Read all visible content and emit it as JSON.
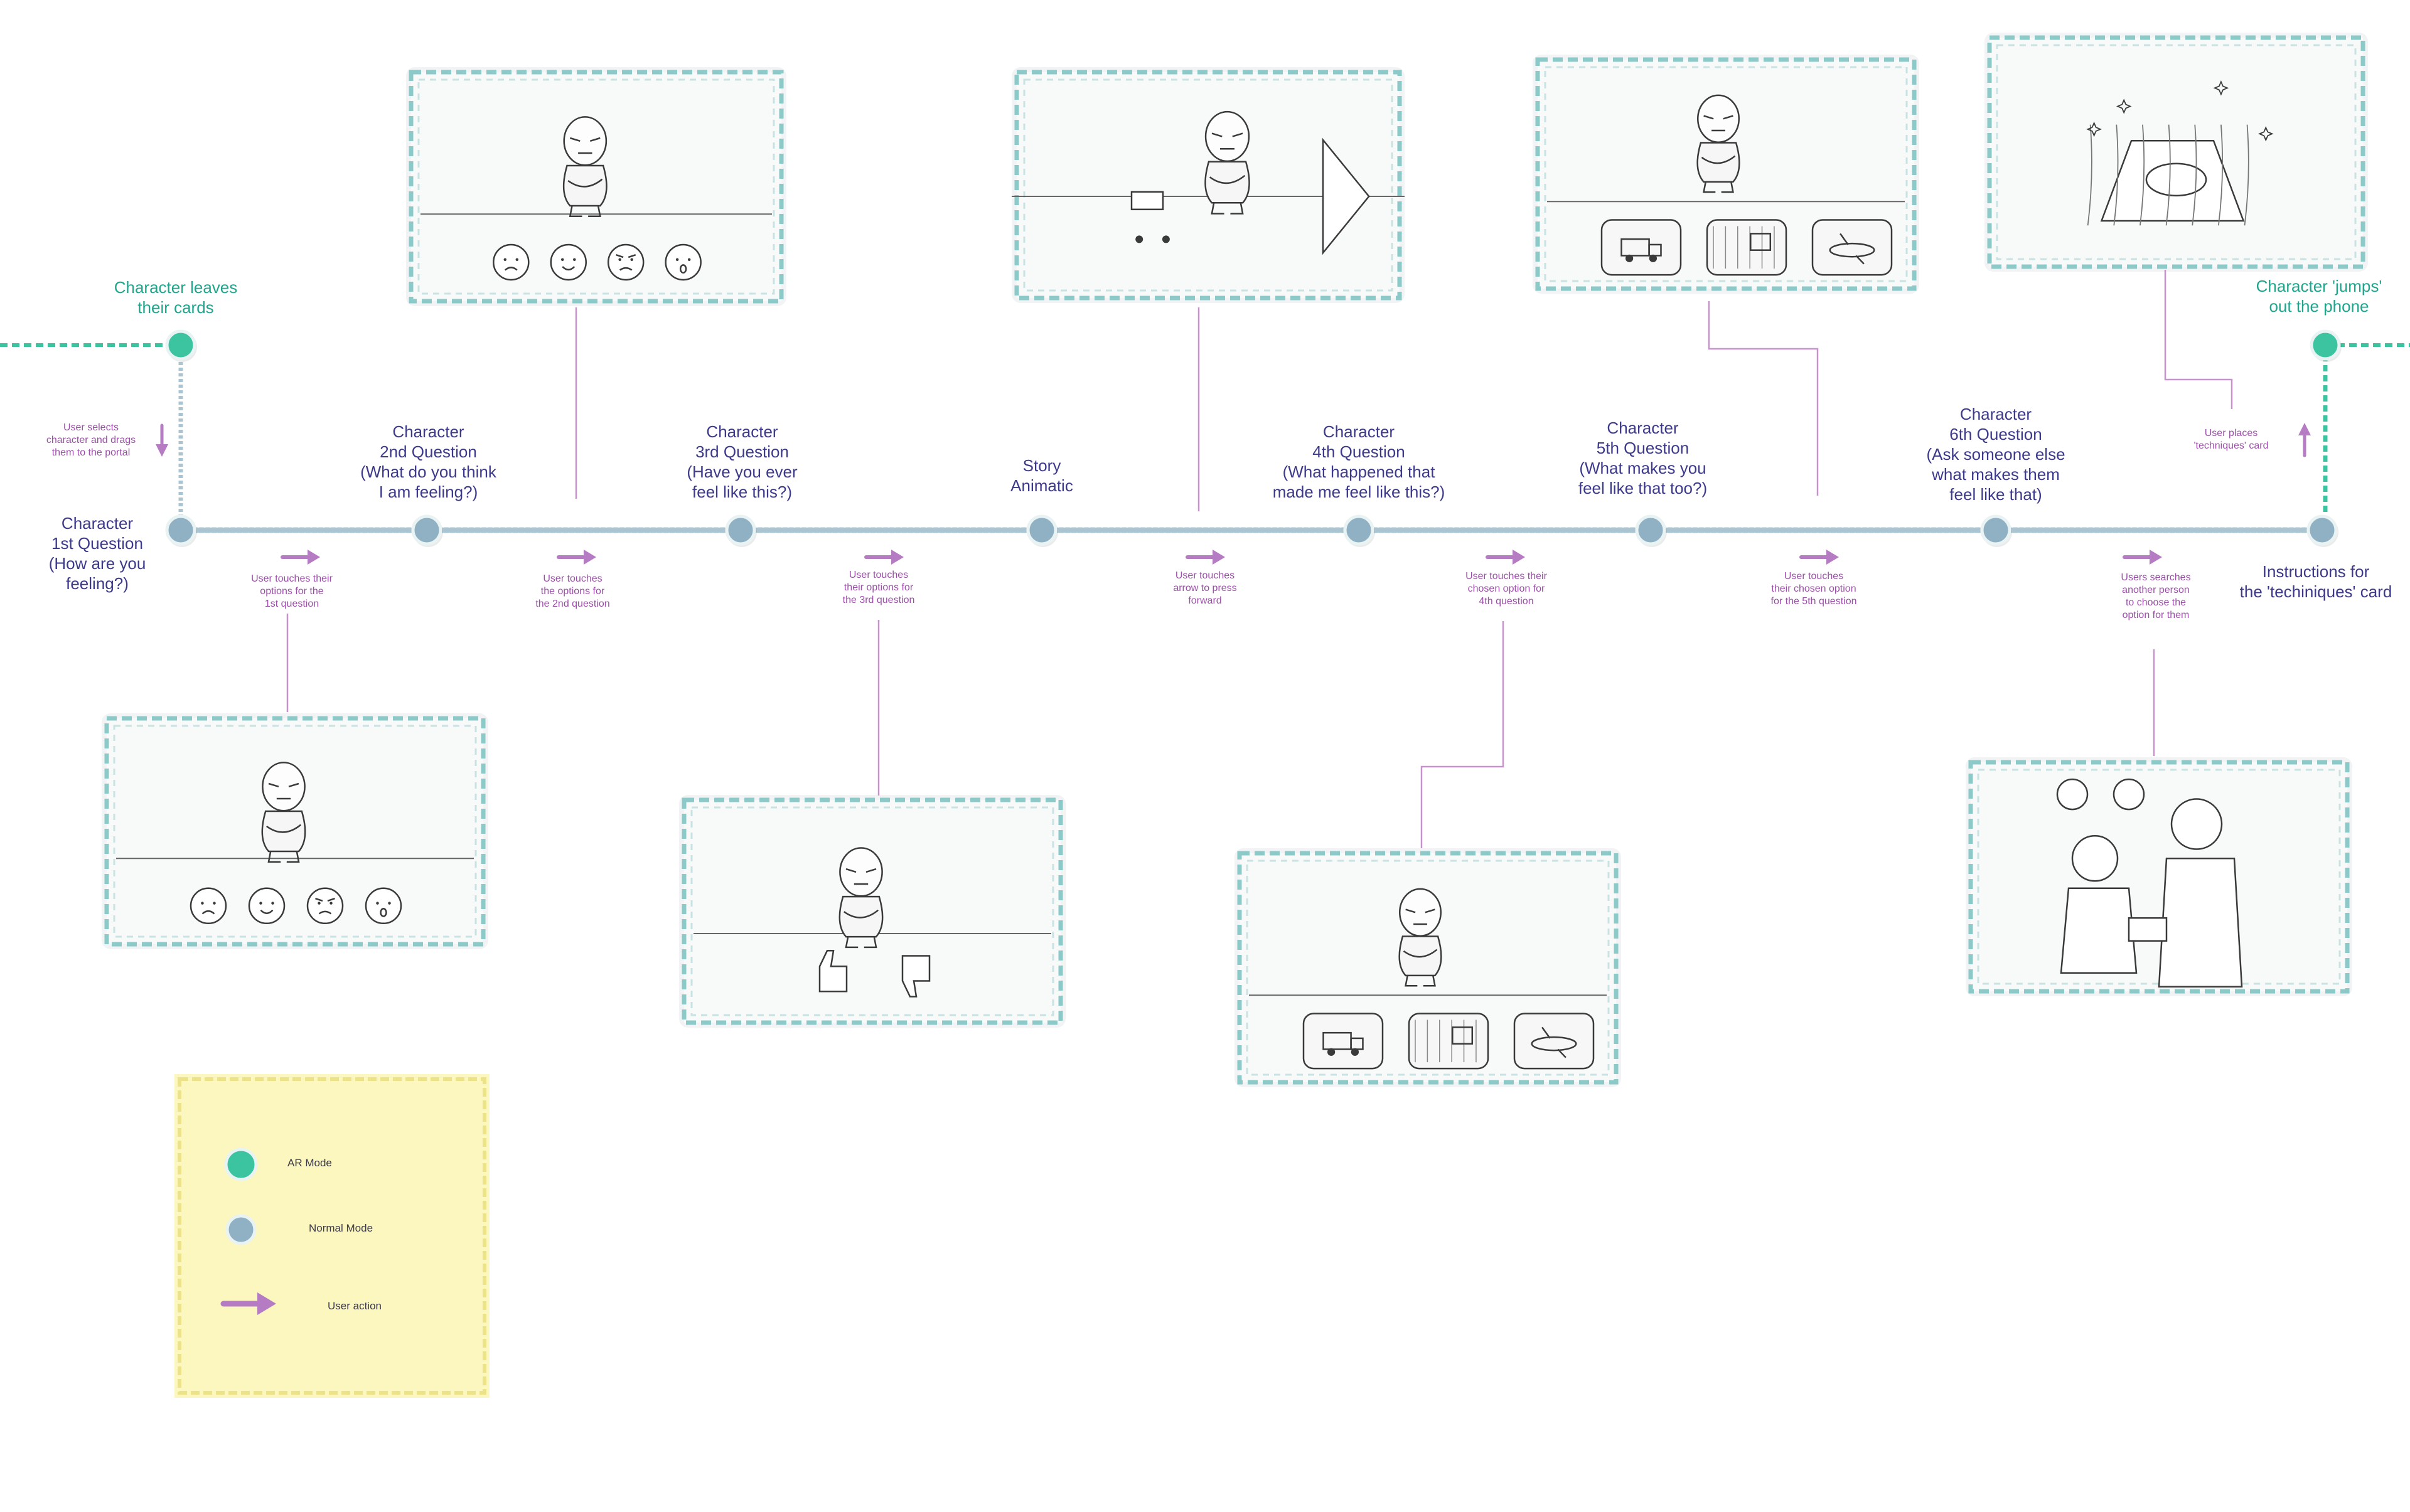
{
  "colors": {
    "ar": "#3cc4a0",
    "normal": "#8fb1c3",
    "action": "#b57cc4",
    "label": "#3d3a8c",
    "ar_label": "#1fa58c",
    "note": "#9c4fa8",
    "frame": "#8cc9c9",
    "legend_bg": "#fbf6b8"
  },
  "nodes": [
    {
      "id": "start",
      "mode": "ar",
      "label": "Character leaves\ntheir cards"
    },
    {
      "id": "q1",
      "mode": "normal",
      "label": "Character\n1st Question\n(How are you\nfeeling?)"
    },
    {
      "id": "q2",
      "mode": "normal",
      "label": "Character\n2nd Question\n(What do you think\nI am feeling?)"
    },
    {
      "id": "q3",
      "mode": "normal",
      "label": "Character\n3rd Question\n(Have you ever\nfeel like this?)"
    },
    {
      "id": "story",
      "mode": "normal",
      "label": "Story\nAnimatic"
    },
    {
      "id": "q4",
      "mode": "normal",
      "label": "Character\n4th Question\n(What happened that\nmade me feel like this?)"
    },
    {
      "id": "q5",
      "mode": "normal",
      "label": "Character\n5th Question\n(What makes you\nfeel like that too?)"
    },
    {
      "id": "q6",
      "mode": "normal",
      "label": "Character\n6th Question\n(Ask someone else\nwhat makes them\nfeel like that)"
    },
    {
      "id": "instr",
      "mode": "normal",
      "label": "Instructions for\nthe 'techiniques' card"
    },
    {
      "id": "end",
      "mode": "ar",
      "label": "Character 'jumps'\nout the phone"
    }
  ],
  "actions": [
    {
      "id": "a0",
      "text": "User selects\ncharacter and drags\nthem to the portal"
    },
    {
      "id": "a1",
      "text": "User touches their\noptions for the\n1st question"
    },
    {
      "id": "a2",
      "text": "User touches\nthe options for\nthe 2nd question"
    },
    {
      "id": "a3",
      "text": "User touches\ntheir options for\nthe 3rd question"
    },
    {
      "id": "a4",
      "text": "User touches\narrow to press\nforward"
    },
    {
      "id": "a5",
      "text": "User touches their\nchosen option for\n4th question"
    },
    {
      "id": "a6",
      "text": "User touches\ntheir chosen option\nfor the 5th question"
    },
    {
      "id": "a7",
      "text": "Users searches\nanother person\nto choose the\noption for them"
    },
    {
      "id": "a8",
      "text": "User places\n'techniques' card"
    }
  ],
  "frames": [
    {
      "id": "f1",
      "scene": "emotion-faces"
    },
    {
      "id": "f2",
      "scene": "emotion-faces"
    },
    {
      "id": "f3",
      "scene": "thumbs"
    },
    {
      "id": "f4",
      "scene": "toy-truck-play"
    },
    {
      "id": "f5",
      "scene": "three-options"
    },
    {
      "id": "f6",
      "scene": "three-options"
    },
    {
      "id": "f7",
      "scene": "two-people"
    },
    {
      "id": "f8",
      "scene": "card-portal"
    }
  ],
  "legend": {
    "items": [
      {
        "kind": "ar",
        "label": "AR Mode"
      },
      {
        "kind": "normal",
        "label": "Normal Mode"
      },
      {
        "kind": "action",
        "label": "User action"
      }
    ]
  }
}
